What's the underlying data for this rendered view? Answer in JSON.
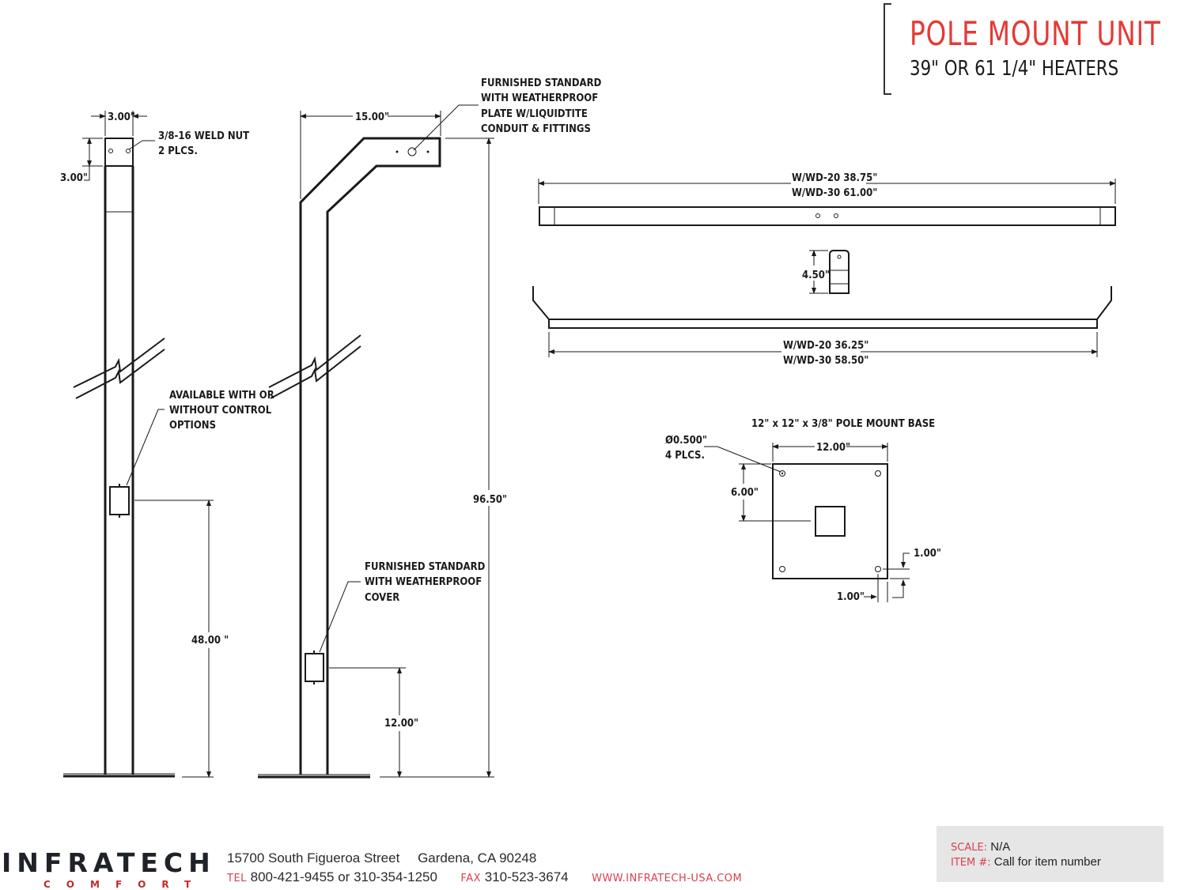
{
  "title": {
    "main": "POLE MOUNT UNIT",
    "sub": "39\" OR 61 1/4\" HEATERS",
    "accent_color": "#e53935"
  },
  "left_pole": {
    "width_dim": "3.00\"",
    "top_dim": "3.00\"",
    "weld_nut_note_line1": "3/8-16 WELD NUT",
    "weld_nut_note_line2": "2 PLCS.",
    "control_note_line1": "AVAILABLE WITH OR",
    "control_note_line2": "WITHOUT CONTROL",
    "control_note_line3": "OPTIONS",
    "height_dim": "48.00 \""
  },
  "right_pole": {
    "arm_dim": "15.00\"",
    "plate_note_line1": "FURNISHED STANDARD",
    "plate_note_line2": "WITH WEATHERPROOF",
    "plate_note_line3": "PLATE W/LIQUIDTITE",
    "plate_note_line4": "CONDUIT & FITTINGS",
    "overall_height_dim": "96.50\"",
    "cover_note_line1": "FURNISHED STANDARD",
    "cover_note_line2": "WITH WEATHERPROOF",
    "cover_note_line3": "COVER",
    "box_height_dim": "12.00\""
  },
  "heater_top": {
    "dim_line1": "W/WD-20 38.75\"",
    "dim_line2": "W/WD-30 61.00\""
  },
  "bracket": {
    "height_dim": "4.50\""
  },
  "heater_side": {
    "dim_line1": "W/WD-20 36.25\"",
    "dim_line2": "W/WD-30 58.50\""
  },
  "base_plate": {
    "title": "12\" x 12\" x 3/8\" POLE MOUNT BASE",
    "hole_note_line1": "Ø0.500\"",
    "hole_note_line2": "4 PLCS.",
    "width_dim": "12.00\"",
    "center_dim": "6.00\"",
    "edge_dim_vertical": "1.00\"",
    "edge_dim_horizontal": "1.00\""
  },
  "footer": {
    "logo_word": "INFRATECH",
    "logo_sub": "COMFORT",
    "street": "15700 South Figueroa Street",
    "city": "Gardena, CA 90248",
    "tel_label": "TEL",
    "tel_value": "800-421-9455 or 310-354-1250",
    "fax_label": "FAX",
    "fax_value": "310-523-3674",
    "website": "WWW.INFRATECH-USA.COM"
  },
  "info": {
    "scale_label": "SCALE:",
    "scale_value": "N/A",
    "item_label": "ITEM #:",
    "item_value": "Call for item number"
  }
}
